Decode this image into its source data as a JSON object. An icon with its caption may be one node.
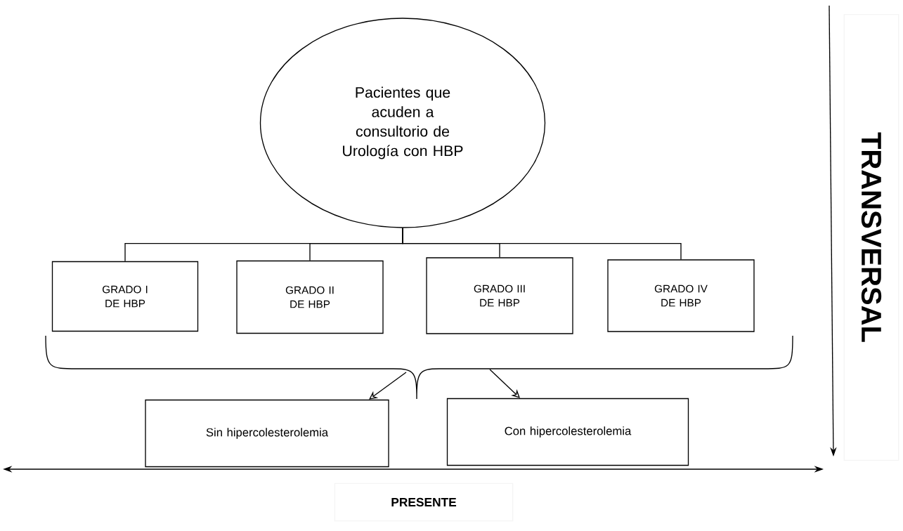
{
  "diagram": {
    "nodes": [
      {
        "text": [
          "Pacientes que acuden a consultorio de Urología con HBP"
        ]
      },
      {
        "text": [
          "GRADO I DE HBP"
        ]
      },
      {
        "text": [
          "GRADO II DE HBP"
        ]
      },
      {
        "text": [
          "GRADO III DE HBP"
        ]
      },
      {
        "text": [
          "GRADO IV DE HBP"
        ]
      },
      {
        "text": [
          "Sin hipercolesterolemia"
        ]
      },
      {
        "text": [
          "Con hipercolesterolemia"
        ]
      }
    ],
    "edges": [
      {
        "from": 0,
        "to": 1,
        "arrow": "none"
      },
      {
        "from": 0,
        "to": 2,
        "arrow": "none"
      },
      {
        "from": 0,
        "to": 3,
        "arrow": "none"
      },
      {
        "from": 0,
        "to": 4,
        "arrow": "none"
      },
      {
        "from": null,
        "to": 5,
        "arrow": "to"
      },
      {
        "from": null,
        "to": 6,
        "arrow": "to"
      }
    ],
    "labels": [
      "TRANSVERSAL",
      "PRESENTE"
    ]
  }
}
